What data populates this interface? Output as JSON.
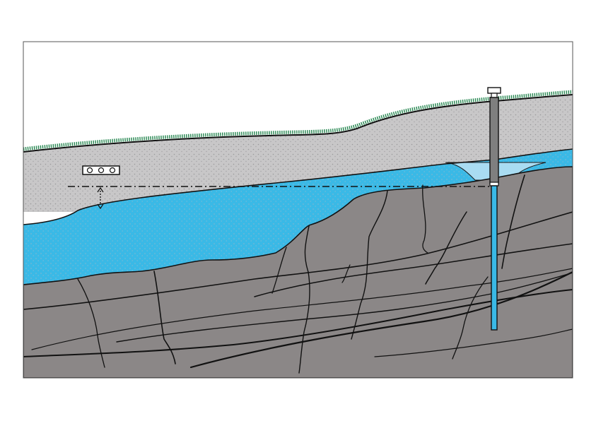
{
  "diagram": {
    "kind": "groundwater-cross-section",
    "layers": [
      {
        "name": "sky",
        "color": "#ffffff"
      },
      {
        "name": "grass-surface",
        "color": "#2e8b57"
      },
      {
        "name": "unsaturated-soil",
        "color": "#c8c7c8",
        "texture": "stippled"
      },
      {
        "name": "aquifer-saturated-zone",
        "color": "#3ab9e6",
        "texture": "stippled"
      },
      {
        "name": "cone-of-depression",
        "color": "#a9dcf2"
      },
      {
        "name": "fractured-bedrock",
        "color": "#8b8787"
      }
    ],
    "features": [
      {
        "name": "well",
        "casing_color": "#7f7f7f",
        "screen_color": "#3ab9e6"
      },
      {
        "name": "monitoring-sensor",
        "icon": "three-circles-icon"
      },
      {
        "name": "static-water-level-line",
        "style": "dash-dot"
      },
      {
        "name": "depth-to-water-arrow",
        "style": "dotted-double-arrow"
      }
    ]
  }
}
